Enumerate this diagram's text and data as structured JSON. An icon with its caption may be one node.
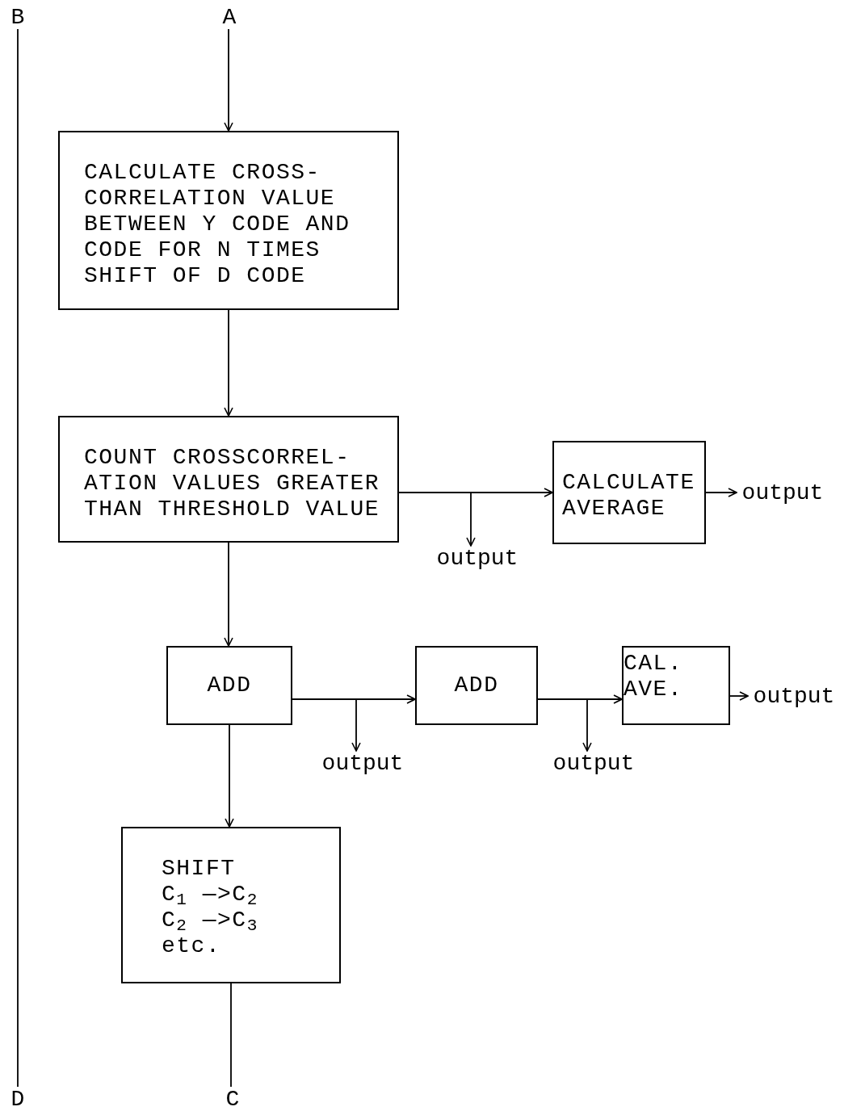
{
  "diagram": {
    "nodes": [
      {
        "text": [
          "A"
        ]
      },
      {
        "text": [
          "CALCULATE CROSS- CORRELATION VALUE BETWEEN Y CODE AND CODE FOR N TIMES SHIFT OF D CODE"
        ]
      },
      {
        "text": [
          "COUNT CROSSCORREL- ATION VALUES GREATER THAN THRESHOLD VALUE"
        ]
      },
      {
        "text": [
          "CALCULATE AVERAGE"
        ]
      },
      {
        "text": [
          "output"
        ]
      },
      {
        "text": [
          "output"
        ]
      },
      {
        "text": [
          "ADD"
        ]
      },
      {
        "text": [
          "ADD"
        ]
      },
      {
        "text": [
          "CAL. AVE."
        ]
      },
      {
        "text": [
          "output"
        ]
      },
      {
        "text": [
          "output"
        ]
      },
      {
        "text": [
          "output"
        ]
      },
      {
        "text": [
          "SHIFT",
          "C$_{1}$ —>C$_{2}$",
          "C$_{2}$ —>C$_{3}$",
          "etc."
        ]
      },
      {
        "text": [
          "C"
        ]
      },
      {
        "text": [
          "B"
        ]
      },
      {
        "text": [
          "D"
        ]
      }
    ],
    "edges": [
      {
        "from": 0,
        "to": 1,
        "arrow": "to"
      },
      {
        "from": 1,
        "to": 2,
        "arrow": "to"
      },
      {
        "from": 2,
        "to": 3,
        "arrow": "to"
      },
      {
        "from": 2,
        "to": 4,
        "arrow": "to"
      },
      {
        "from": 3,
        "to": 5,
        "arrow": "to"
      },
      {
        "from": 2,
        "to": 6,
        "arrow": "to"
      },
      {
        "from": 6,
        "to": 7,
        "arrow": "to"
      },
      {
        "from": 6,
        "to": 9,
        "arrow": "to"
      },
      {
        "from": 7,
        "to": 8,
        "arrow": "to"
      },
      {
        "from": 7,
        "to": 10,
        "arrow": "to"
      },
      {
        "from": 8,
        "to": 11,
        "arrow": "to"
      },
      {
        "from": 6,
        "to": 12,
        "arrow": "to"
      },
      {
        "from": 12,
        "to": 13,
        "arrow": "none"
      },
      {
        "from": 14,
        "to": 15,
        "arrow": "none"
      }
    ]
  }
}
